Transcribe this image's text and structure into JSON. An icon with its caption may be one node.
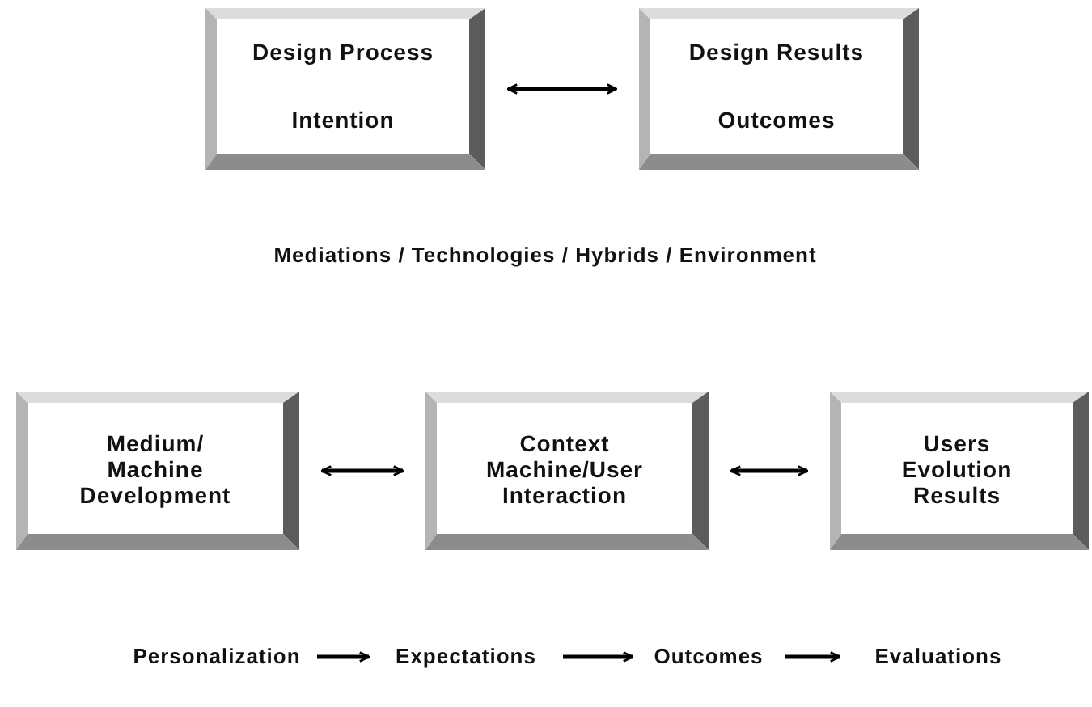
{
  "diagram": {
    "nodes": [
      {
        "text": [
          "Design Process",
          "Intention"
        ]
      },
      {
        "text": [
          "Design Results",
          "Outcomes"
        ]
      },
      {
        "text": [
          "Medium/ Machine Development"
        ]
      },
      {
        "text": [
          "Context Machine/User Interaction"
        ]
      },
      {
        "text": [
          "Users Evolution Results"
        ]
      },
      {
        "text": [
          "Personalization"
        ]
      },
      {
        "text": [
          "Expectations"
        ]
      },
      {
        "text": [
          "Outcomes"
        ]
      },
      {
        "text": [
          "Evaluations"
        ]
      }
    ],
    "edges": [
      {
        "from": 0,
        "to": 1,
        "arrow": "both"
      },
      {
        "from": 2,
        "to": 3,
        "arrow": "both"
      },
      {
        "from": 3,
        "to": 4,
        "arrow": "both"
      },
      {
        "from": 5,
        "to": 6,
        "arrow": "to"
      },
      {
        "from": 6,
        "to": 7,
        "arrow": "to"
      },
      {
        "from": 7,
        "to": 8,
        "arrow": "to"
      }
    ],
    "labels": [
      "Mediations / Technologies / Hybrids / Environment"
    ]
  }
}
